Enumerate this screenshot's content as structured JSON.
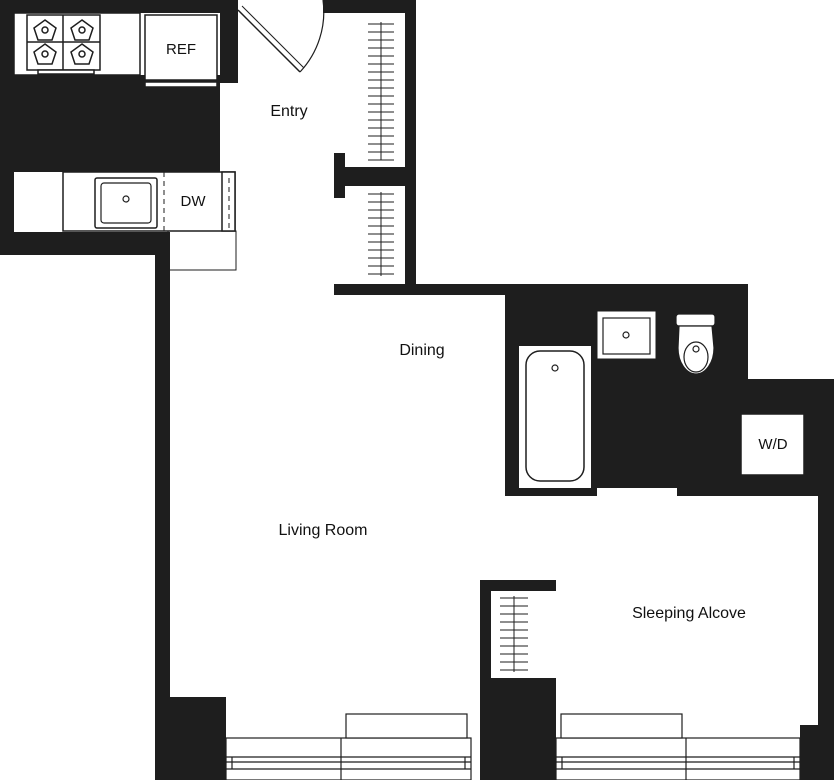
{
  "floorplan": {
    "rooms": {
      "entry": "Entry",
      "dining": "Dining",
      "living_room": "Living Room",
      "sleeping_alcove": "Sleeping Alcove"
    },
    "fixtures": {
      "refrigerator": "REF",
      "dishwasher": "DW",
      "washer_dryer": "W/D"
    },
    "colors": {
      "wall": "#1e1e1e",
      "floor": "#ffffff",
      "line": "#1e1e1e"
    }
  }
}
